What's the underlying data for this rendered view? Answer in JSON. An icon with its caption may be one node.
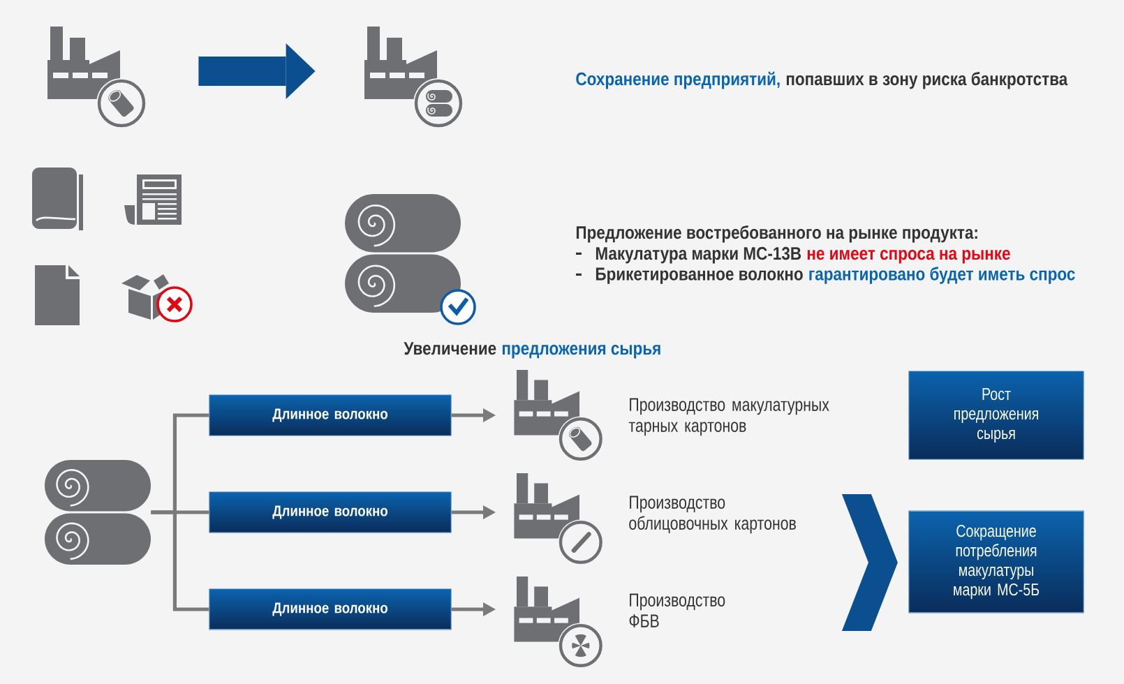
{
  "diagram": {
    "nodes": [
      {
        "text": [],
        "shape": "picture"
      },
      {
        "text": [],
        "shape": "picture"
      },
      {
        "text": [],
        "shape": "picture"
      },
      {
        "text": [
          "Длинное волокно"
        ]
      },
      {
        "text": [],
        "shape": "picture",
        "beside": [
          "Производство макулатурных тарных картонов"
        ]
      },
      {
        "text": [
          "Длинное волокно"
        ]
      },
      {
        "text": [],
        "shape": "picture",
        "beside": [
          "Производство облицовочных картонов"
        ]
      },
      {
        "text": [
          "Длинное волокно"
        ]
      },
      {
        "text": [],
        "shape": "picture",
        "beside": [
          "Производство ФБВ"
        ]
      },
      {
        "text": [
          "Рост предложения сырья"
        ]
      },
      {
        "text": [
          "Сокращение потребления макулатуры марки МС-5Б"
        ]
      }
    ],
    "edges": [
      {
        "from": 0,
        "to": 1,
        "arrow": "to",
        "style": "thick",
        "color": "#0b4f91"
      },
      {
        "from": 2,
        "to": 3,
        "arrow": "none"
      },
      {
        "from": 2,
        "to": 5,
        "arrow": "none"
      },
      {
        "from": 2,
        "to": 7,
        "arrow": "none"
      },
      {
        "from": 3,
        "to": 4,
        "arrow": "to"
      },
      {
        "from": 5,
        "to": 6,
        "arrow": "to"
      },
      {
        "from": 7,
        "to": 8,
        "arrow": "to"
      },
      {
        "from": 6,
        "to": 10,
        "arrow": "to",
        "style": "thick",
        "color": "#0b4f91"
      }
    ],
    "labels": [
      "Сохранение предприятий,",
      "попавших в зону риска банкротства",
      "Предложение востребованного на рынке продукта:",
      "Макулатура марки МС-13В",
      "не имеет спроса на рынке",
      "Брикетированное волокно",
      "гарантировано будет иметь спрос",
      "Увеличение",
      "предложения сырья"
    ]
  }
}
